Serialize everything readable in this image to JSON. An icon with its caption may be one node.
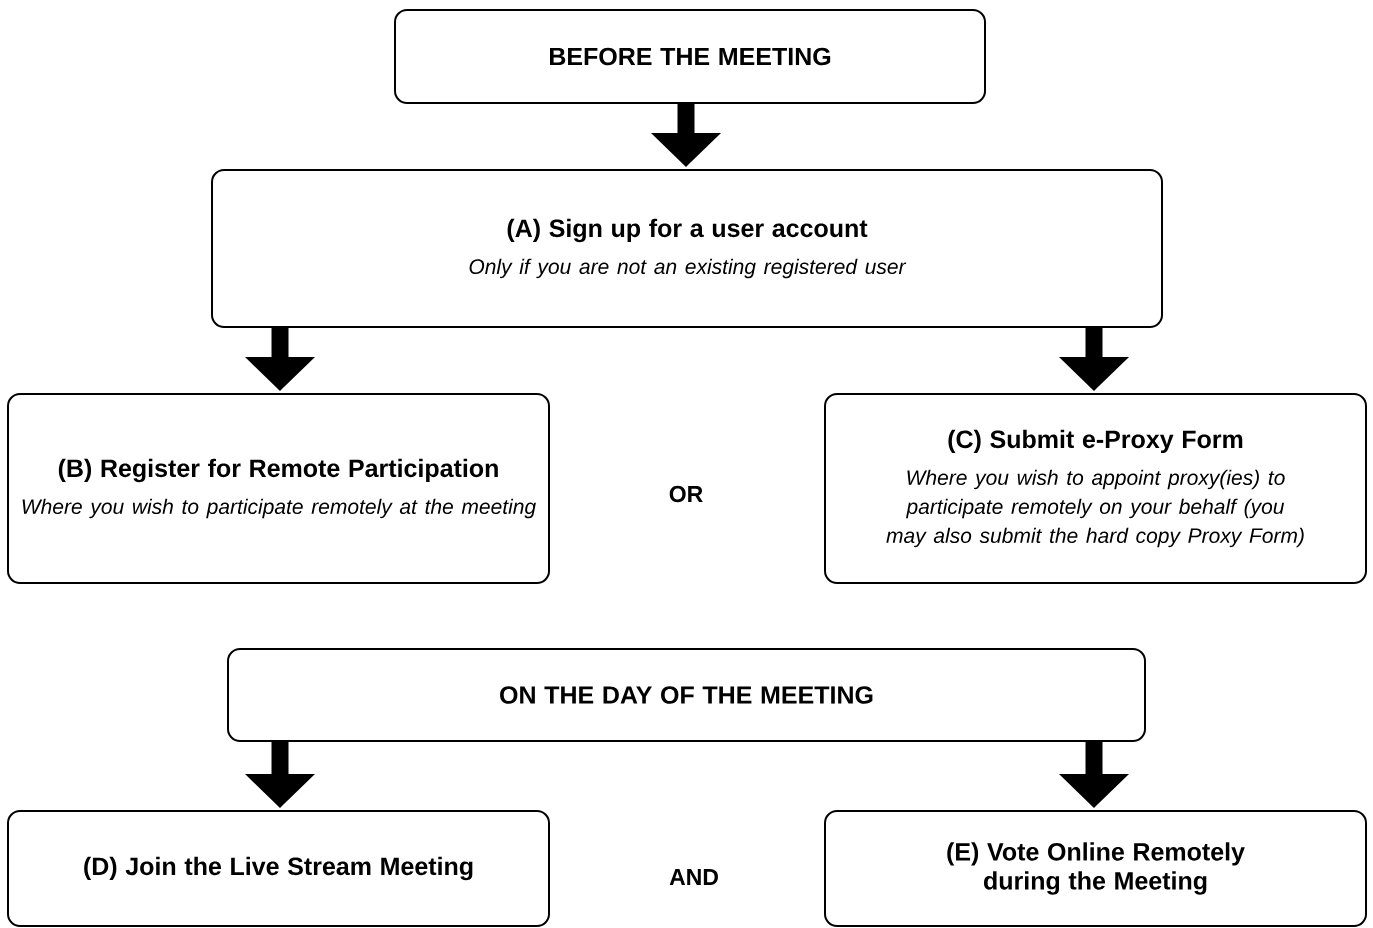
{
  "diagram": {
    "nodes": [
      {
        "text": [
          "BEFORE THE MEETING"
        ]
      },
      {
        "text": [
          "(A) Sign up for a user account",
          "Only if you are not an existing registered user"
        ]
      },
      {
        "text": [
          "(B) Register for Remote Participation",
          "Where you wish to participate remotely at the meeting"
        ]
      },
      {
        "text": [
          "(C) Submit e-Proxy Form",
          "Where you wish to appoint proxy(ies) to participate remotely on your behalf (you may also submit the hard copy Proxy Form)"
        ]
      },
      {
        "text": [
          "ON THE DAY OF THE MEETING"
        ]
      },
      {
        "text": [
          "(D) Join the Live Stream Meeting"
        ]
      },
      {
        "text": [
          "(E) Vote Online Remotely during the Meeting"
        ]
      }
    ],
    "edges": [
      {
        "from": 0,
        "to": 1,
        "arrow": "to"
      },
      {
        "from": 1,
        "to": 2,
        "arrow": "to"
      },
      {
        "from": 1,
        "to": 3,
        "arrow": "to"
      },
      {
        "from": 4,
        "to": 5,
        "arrow": "to"
      },
      {
        "from": 4,
        "to": 6,
        "arrow": "to"
      }
    ],
    "labels": [
      "OR",
      "AND"
    ]
  }
}
